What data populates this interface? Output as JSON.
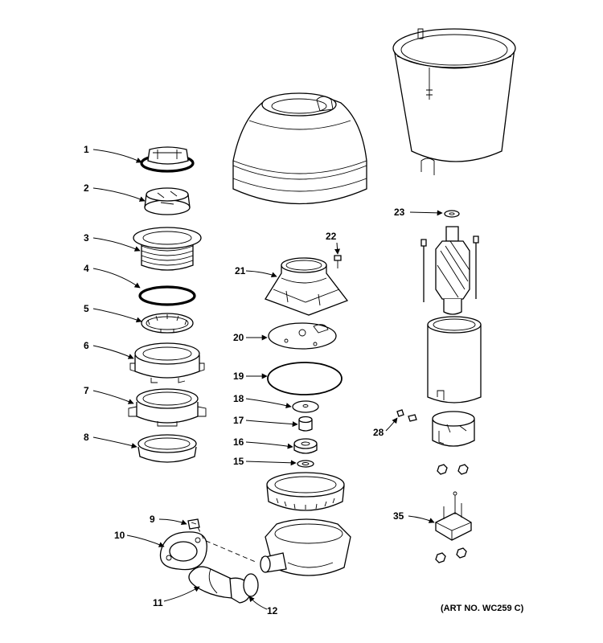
{
  "art_number": "(ART NO. WC259 C)",
  "callouts": [
    "1",
    "2",
    "3",
    "4",
    "5",
    "6",
    "7",
    "8",
    "9",
    "10",
    "11",
    "12",
    "15",
    "16",
    "17",
    "18",
    "19",
    "20",
    "21",
    "22",
    "23",
    "28",
    "35"
  ]
}
